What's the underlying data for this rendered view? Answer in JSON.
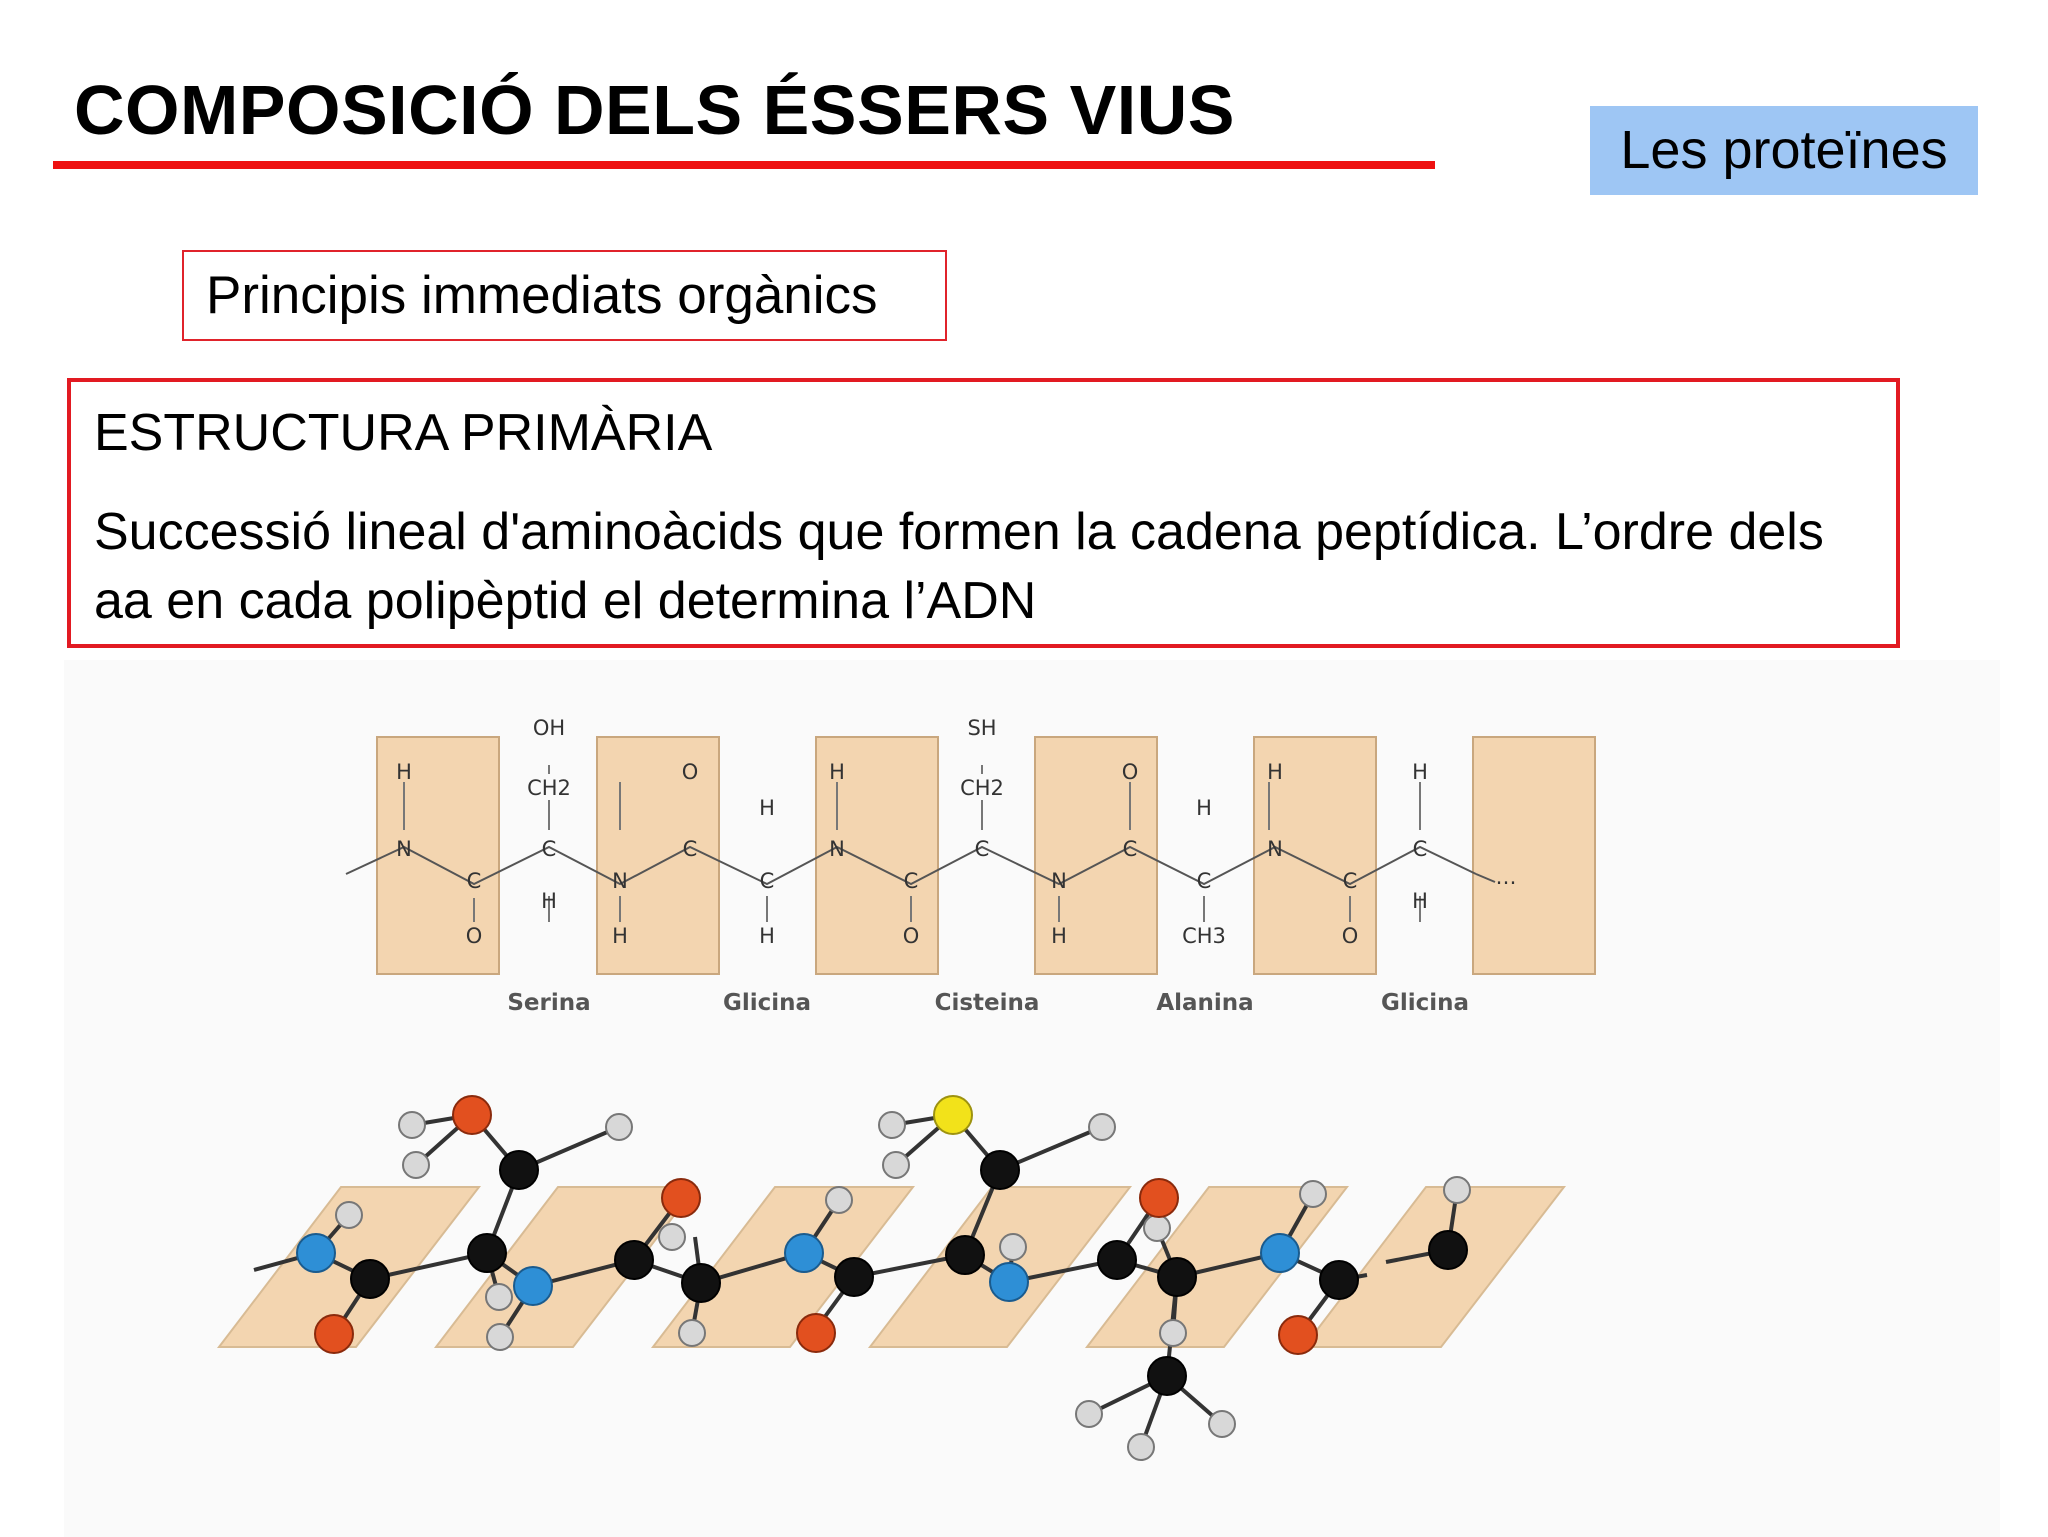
{
  "header": {
    "title": "COMPOSICIÓ DELS ÉSSERS VIUS",
    "tag": "Les proteïnes"
  },
  "section": {
    "subtitle": "Principis immediats orgànics"
  },
  "definition": {
    "heading": "ESTRUCTURA PRIMÀRIA",
    "text": "Successió lineal d'aminoàcids que formen la cadena peptídica. L’ordre dels aa en cada polipèptid el determina l’ADN"
  },
  "diagram": {
    "amino_acids": [
      "Serina",
      "Glicina",
      "Cisteina",
      "Alanina",
      "Glicina"
    ],
    "side_groups": {
      "serina": [
        "OH",
        "CH2"
      ],
      "cisteina": [
        "SH",
        "CH2"
      ],
      "alanina": [
        "CH3"
      ]
    },
    "continuation": "...",
    "colors": {
      "peptide_plane": "#f3d5b0",
      "carbon": "#111111",
      "nitrogen": "#2e8fd6",
      "oxygen": "#e2501f",
      "sulfur": "#f2e21a",
      "hydrogen": "#d8d8d8",
      "accent_red": "#e21a22",
      "tag_blue": "#9ec6f4"
    }
  }
}
